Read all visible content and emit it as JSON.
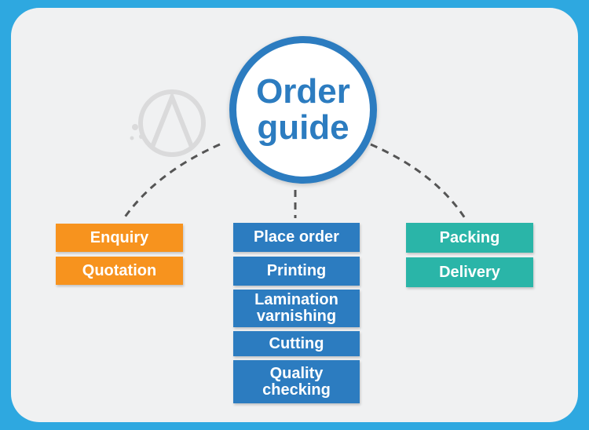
{
  "hub": {
    "line1": "Order",
    "line2": "guide"
  },
  "left": [
    "Enquiry",
    "Quotation"
  ],
  "middle": [
    "Place order",
    "Printing",
    "Lamination\nvarnishing",
    "Cutting",
    "Quality\nchecking"
  ],
  "right": [
    "Packing",
    "Delivery"
  ],
  "colors": {
    "background": "#2ea8e0",
    "panel": "#f0f1f2",
    "hub_border": "#2c7cc0",
    "left": "#f7931e",
    "middle": "#2c7cc0",
    "right": "#2ab5a8",
    "connector": "#555555"
  }
}
